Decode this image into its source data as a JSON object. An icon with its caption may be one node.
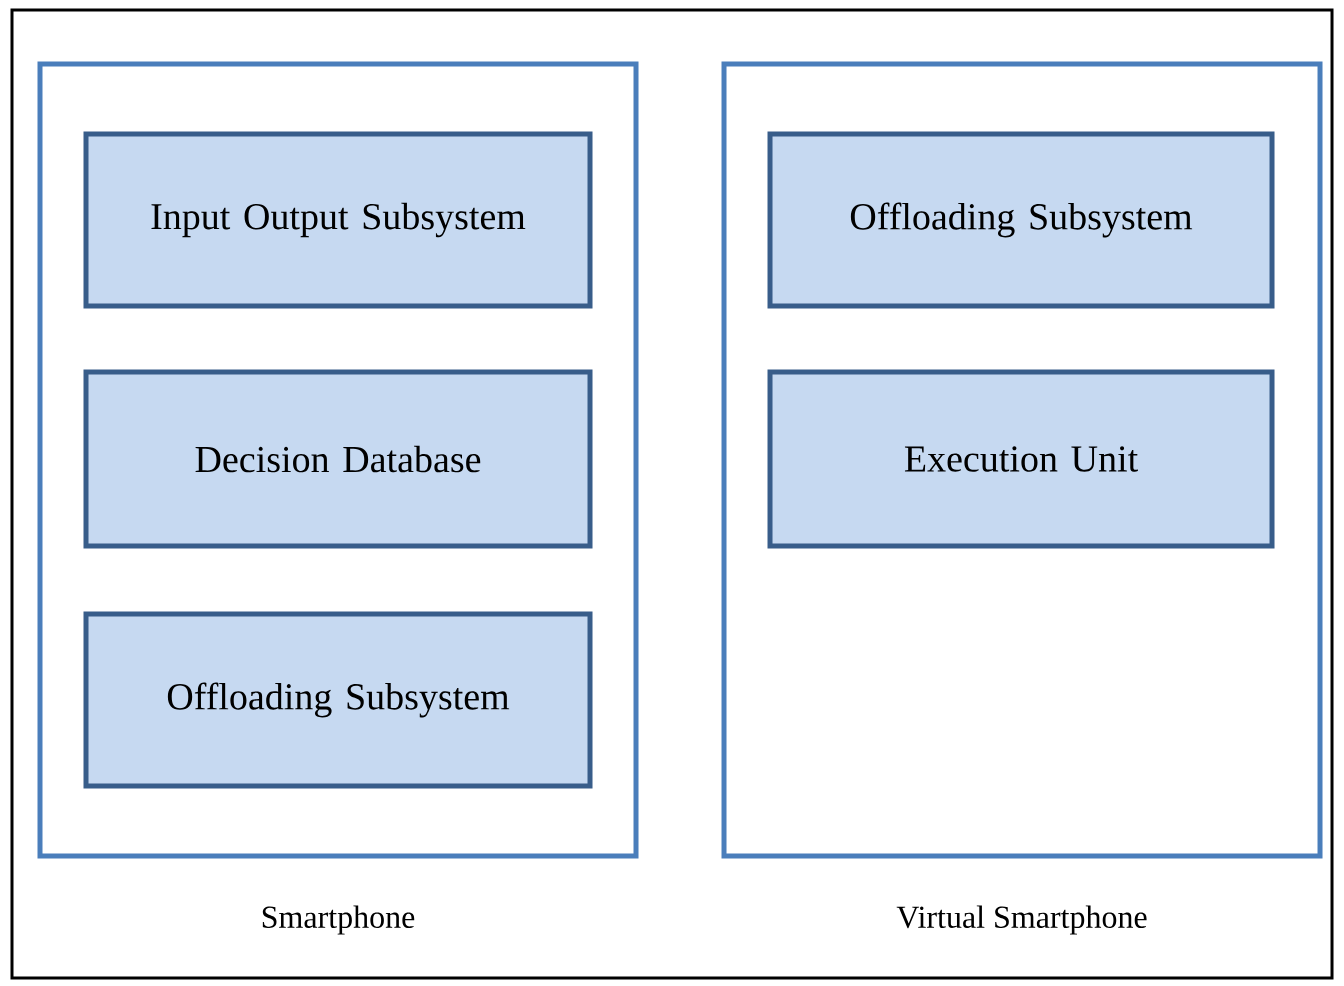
{
  "diagram": {
    "nodes": [
      {
        "text": [
          "Smartphone"
        ]
      },
      {
        "text": [
          "Input Output Subsystem"
        ],
        "in": 0
      },
      {
        "text": [
          "Decision Database"
        ],
        "in": 0
      },
      {
        "text": [
          "Offloading Subsystem"
        ],
        "in": 0
      },
      {
        "text": [
          "Virtual Smartphone"
        ]
      },
      {
        "text": [
          "Offloading Subsystem"
        ],
        "in": 4
      },
      {
        "text": [
          "Execution Unit"
        ],
        "in": 4
      }
    ]
  }
}
